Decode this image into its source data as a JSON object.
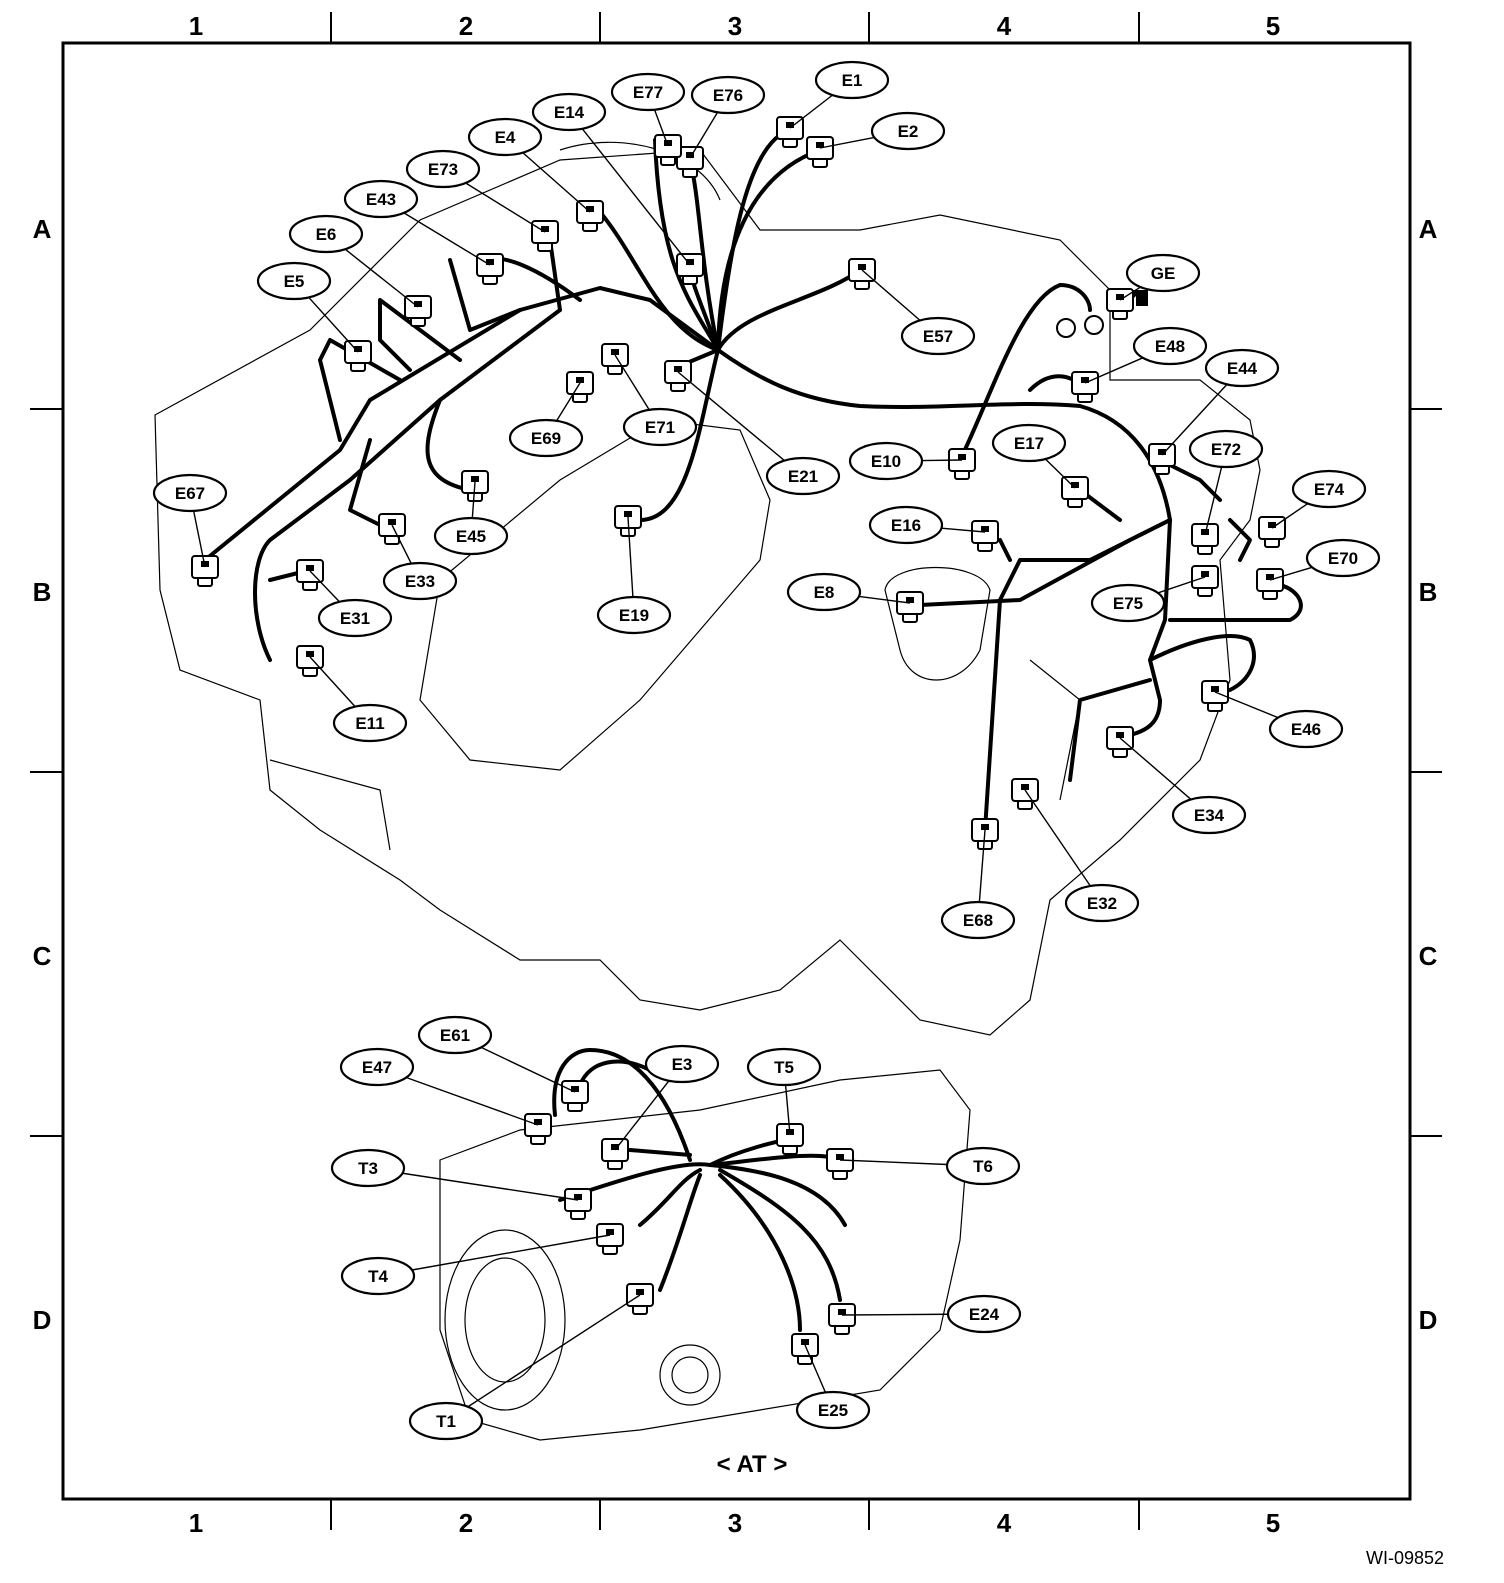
{
  "grid": {
    "columns": [
      "1",
      "2",
      "3",
      "4",
      "5"
    ],
    "rows": [
      "A",
      "B",
      "C",
      "D"
    ]
  },
  "callouts": [
    {
      "label": "E1"
    },
    {
      "label": "E2"
    },
    {
      "label": "E76"
    },
    {
      "label": "E77"
    },
    {
      "label": "E14"
    },
    {
      "label": "E4"
    },
    {
      "label": "E73"
    },
    {
      "label": "E43"
    },
    {
      "label": "E6"
    },
    {
      "label": "E5"
    },
    {
      "label": "GE"
    },
    {
      "label": "E57"
    },
    {
      "label": "E48"
    },
    {
      "label": "E44"
    },
    {
      "label": "E72"
    },
    {
      "label": "E74"
    },
    {
      "label": "E70"
    },
    {
      "label": "E75"
    },
    {
      "label": "E46"
    },
    {
      "label": "E34"
    },
    {
      "label": "E32"
    },
    {
      "label": "E68"
    },
    {
      "label": "E8"
    },
    {
      "label": "E16"
    },
    {
      "label": "E10"
    },
    {
      "label": "E17"
    },
    {
      "label": "E21"
    },
    {
      "label": "E71"
    },
    {
      "label": "E69"
    },
    {
      "label": "E19"
    },
    {
      "label": "E45"
    },
    {
      "label": "E33"
    },
    {
      "label": "E31"
    },
    {
      "label": "E11"
    },
    {
      "label": "E67"
    },
    {
      "label": "E61"
    },
    {
      "label": "E47"
    },
    {
      "label": "E3"
    },
    {
      "label": "T5"
    },
    {
      "label": "T6"
    },
    {
      "label": "T3"
    },
    {
      "label": "T4"
    },
    {
      "label": "E24"
    },
    {
      "label": "E25"
    },
    {
      "label": "T1"
    }
  ],
  "caption": "< AT >",
  "figure_id": "WI-09852"
}
